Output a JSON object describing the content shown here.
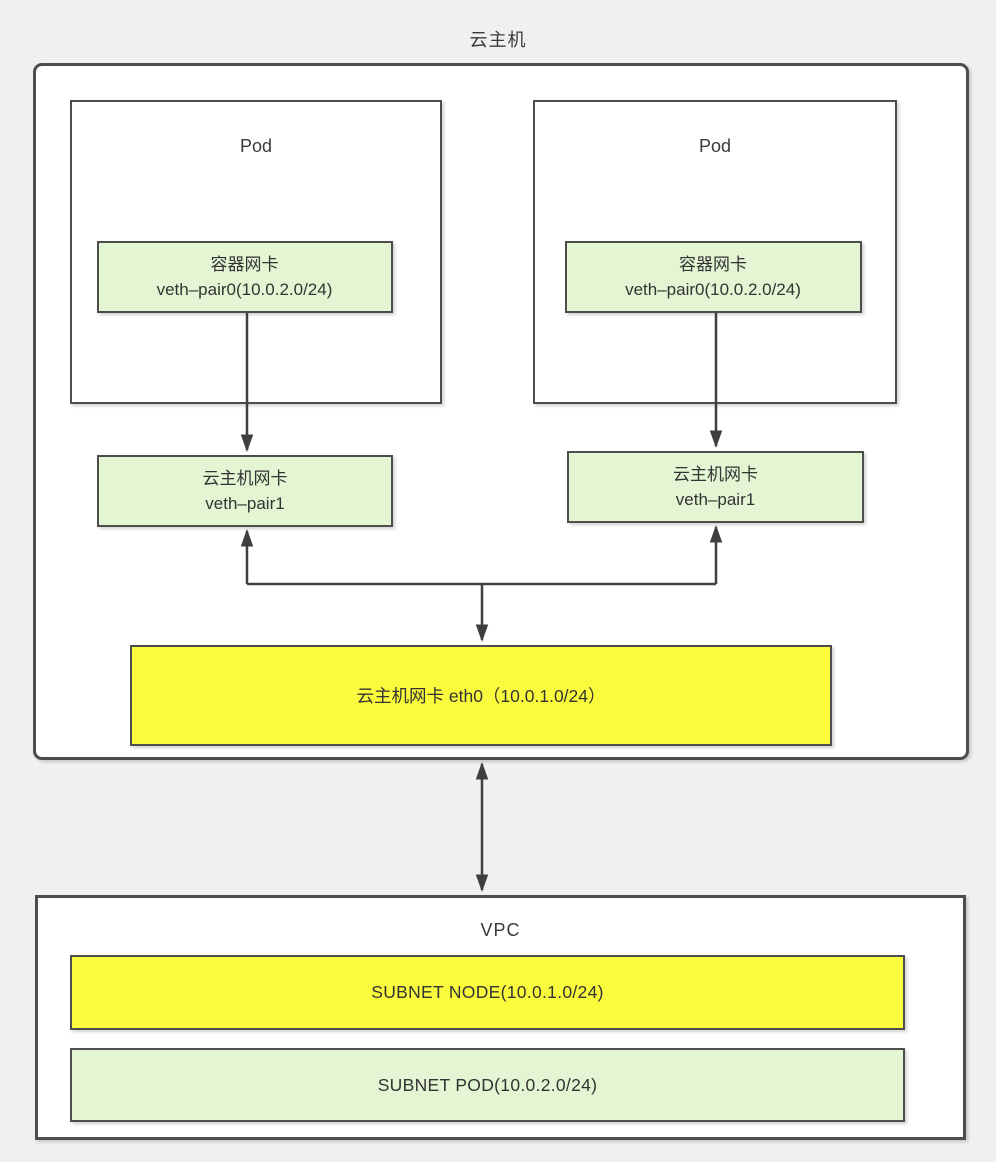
{
  "colors": {
    "background": "#f0f0f1",
    "surface": "#ffffff",
    "border": "#4d4d4d",
    "green_fill": "#e3f5d3",
    "yellow_fill": "#fbfb3d",
    "arrow": "#3f3f3f",
    "text": "#333333"
  },
  "host": {
    "title": "云主机",
    "pods": [
      {
        "label": "Pod",
        "container_nic": {
          "name": "容器网卡",
          "detail": "veth–pair0(10.0.2.0/24)"
        },
        "host_nic": {
          "name": "云主机网卡",
          "detail": "veth–pair1"
        }
      },
      {
        "label": "Pod",
        "container_nic": {
          "name": "容器网卡",
          "detail": "veth–pair0(10.0.2.0/24)"
        },
        "host_nic": {
          "name": "云主机网卡",
          "detail": "veth–pair1"
        }
      }
    ],
    "eth0_label": "云主机网卡 eth0（10.0.1.0/24）"
  },
  "vpc": {
    "title": "VPC",
    "subnets": [
      {
        "label": "SUBNET NODE(10.0.1.0/24)"
      },
      {
        "label": "SUBNET POD(10.0.2.0/24)"
      }
    ]
  }
}
